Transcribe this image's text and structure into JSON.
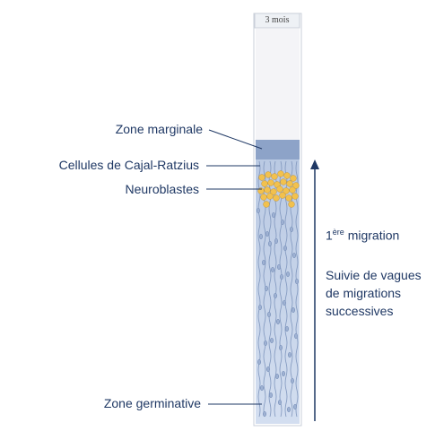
{
  "age_label": "3 mois",
  "labels": {
    "zone_marginale": "Zone marginale",
    "cajal_retzius": "Cellules de Cajal-Ratzius",
    "neuroblastes": "Neuroblastes",
    "zone_germinative": "Zone germinative"
  },
  "migration": {
    "number": "1",
    "superscript": "ère",
    "text": " migration"
  },
  "waves_text": [
    "Suivie de vagues",
    "de migrations",
    "successives"
  ],
  "colors": {
    "label_text": "#1f3864",
    "arrow": "#1f3864",
    "neuroblast": "#f2c14e",
    "tissue": "#c9d6ea",
    "marginal_zone": "#8da3c8"
  }
}
